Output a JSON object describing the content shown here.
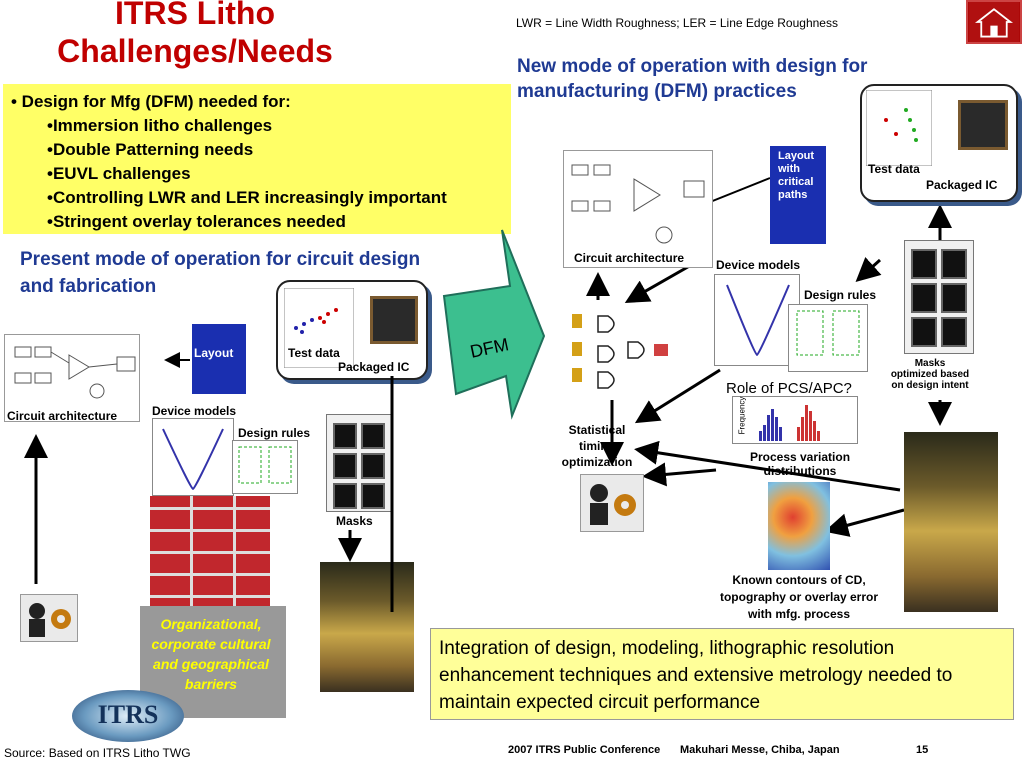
{
  "header": {
    "title_line1": "ITRS Litho",
    "title_line2": "Challenges/Needs",
    "definitions": "LWR = Line Width Roughness; LER = Line Edge Roughness"
  },
  "new_mode": "New mode of operation with design for manufacturing (DFM) practices",
  "dfm_box": {
    "heading": "• Design for Mfg (DFM) needed for:",
    "items": [
      "•Immersion litho challenges",
      "•Double Patterning needs",
      "•EUVL challenges",
      "•Controlling LWR and LER increasingly important",
      "•Stringent overlay tolerances needed"
    ]
  },
  "present_mode": "Present mode of operation for circuit design and fabrication",
  "left_flow": {
    "circuit_architecture": "Circuit architecture",
    "layout": "Layout",
    "test_data": "Test data",
    "packaged_ic": "Packaged IC",
    "device_models": "Device models",
    "design_rules": "Design rules",
    "masks": "Masks",
    "barriers": "Organizational, corporate cultural and geographical barriers",
    "logo": "ITRS"
  },
  "arrow_label": "DFM",
  "right_flow": {
    "circuit_architecture": "Circuit architecture",
    "layout_with_critical_paths": "Layout with critical paths",
    "test_data": "Test data",
    "packaged_ic": "Packaged IC",
    "device_models": "Device models",
    "design_rules": "Design rules",
    "masks_optimized": "Masks optimized based on design intent",
    "role_pcs": "Role of PCS/APC?",
    "frequency": "Frequency",
    "process_variation": "Process variation distributions",
    "statistical_timing": "Statistical timing optimization",
    "known_contours": "Known contours of CD, topography or overlay error with mfg. process"
  },
  "integration_note": "Integration of design, modeling, lithographic resolution enhancement techniques and extensive metrology needed to maintain expected circuit performance",
  "footer": {
    "source": "Source: Based on ITRS Litho TWG",
    "conference": "2007 ITRS Public Conference",
    "venue": "Makuhari Messe, Chiba, Japan",
    "page": "15"
  },
  "colors": {
    "title_red": "#c00000",
    "heading_blue": "#1f3a93",
    "highlight_yellow": "#ffff66",
    "arrow_teal": "#3cbf8f"
  },
  "icons": [
    "home-icon",
    "gear-icon",
    "arrow-icon"
  ]
}
